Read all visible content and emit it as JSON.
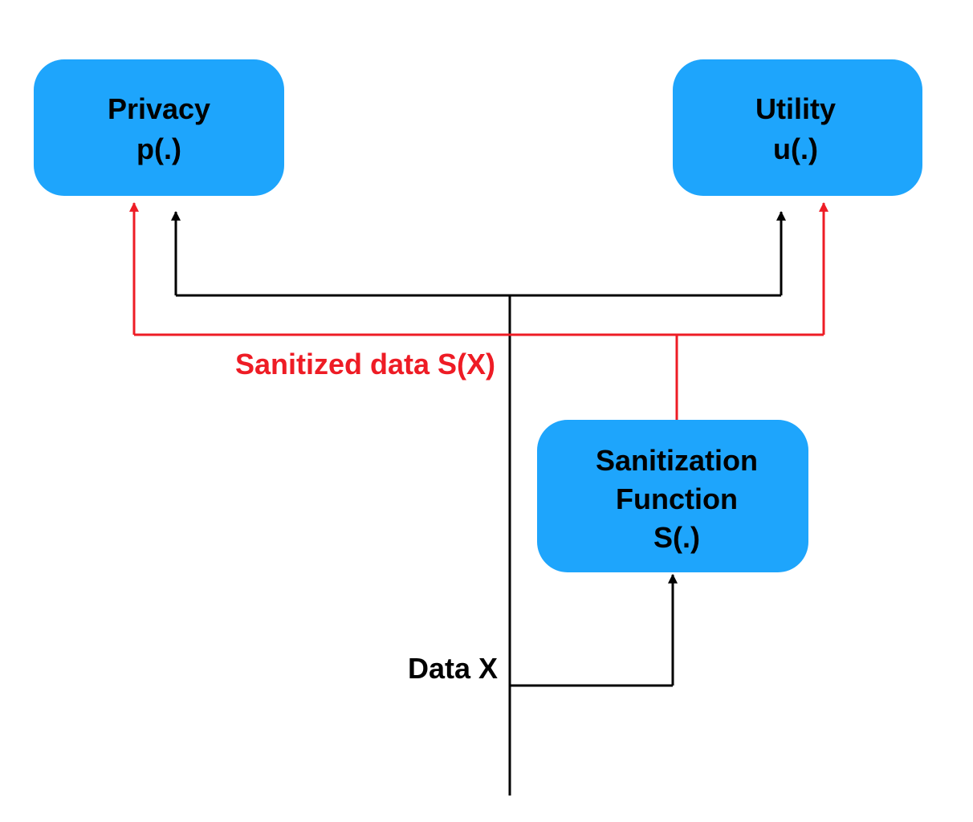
{
  "colors": {
    "box_fill": "#1ea5fc",
    "black_line": "#000000",
    "red_line": "#ee1c25",
    "background": "#ffffff"
  },
  "nodes": {
    "privacy": {
      "line1": "Privacy",
      "line2": "p(.)"
    },
    "utility": {
      "line1": "Utility",
      "line2": "u(.)"
    },
    "sanitization": {
      "line1": "Sanitization",
      "line2": "Function",
      "line3": "S(.)"
    }
  },
  "edges": {
    "sanitized_label": "Sanitized data S(X)",
    "data_label": "Data X"
  }
}
